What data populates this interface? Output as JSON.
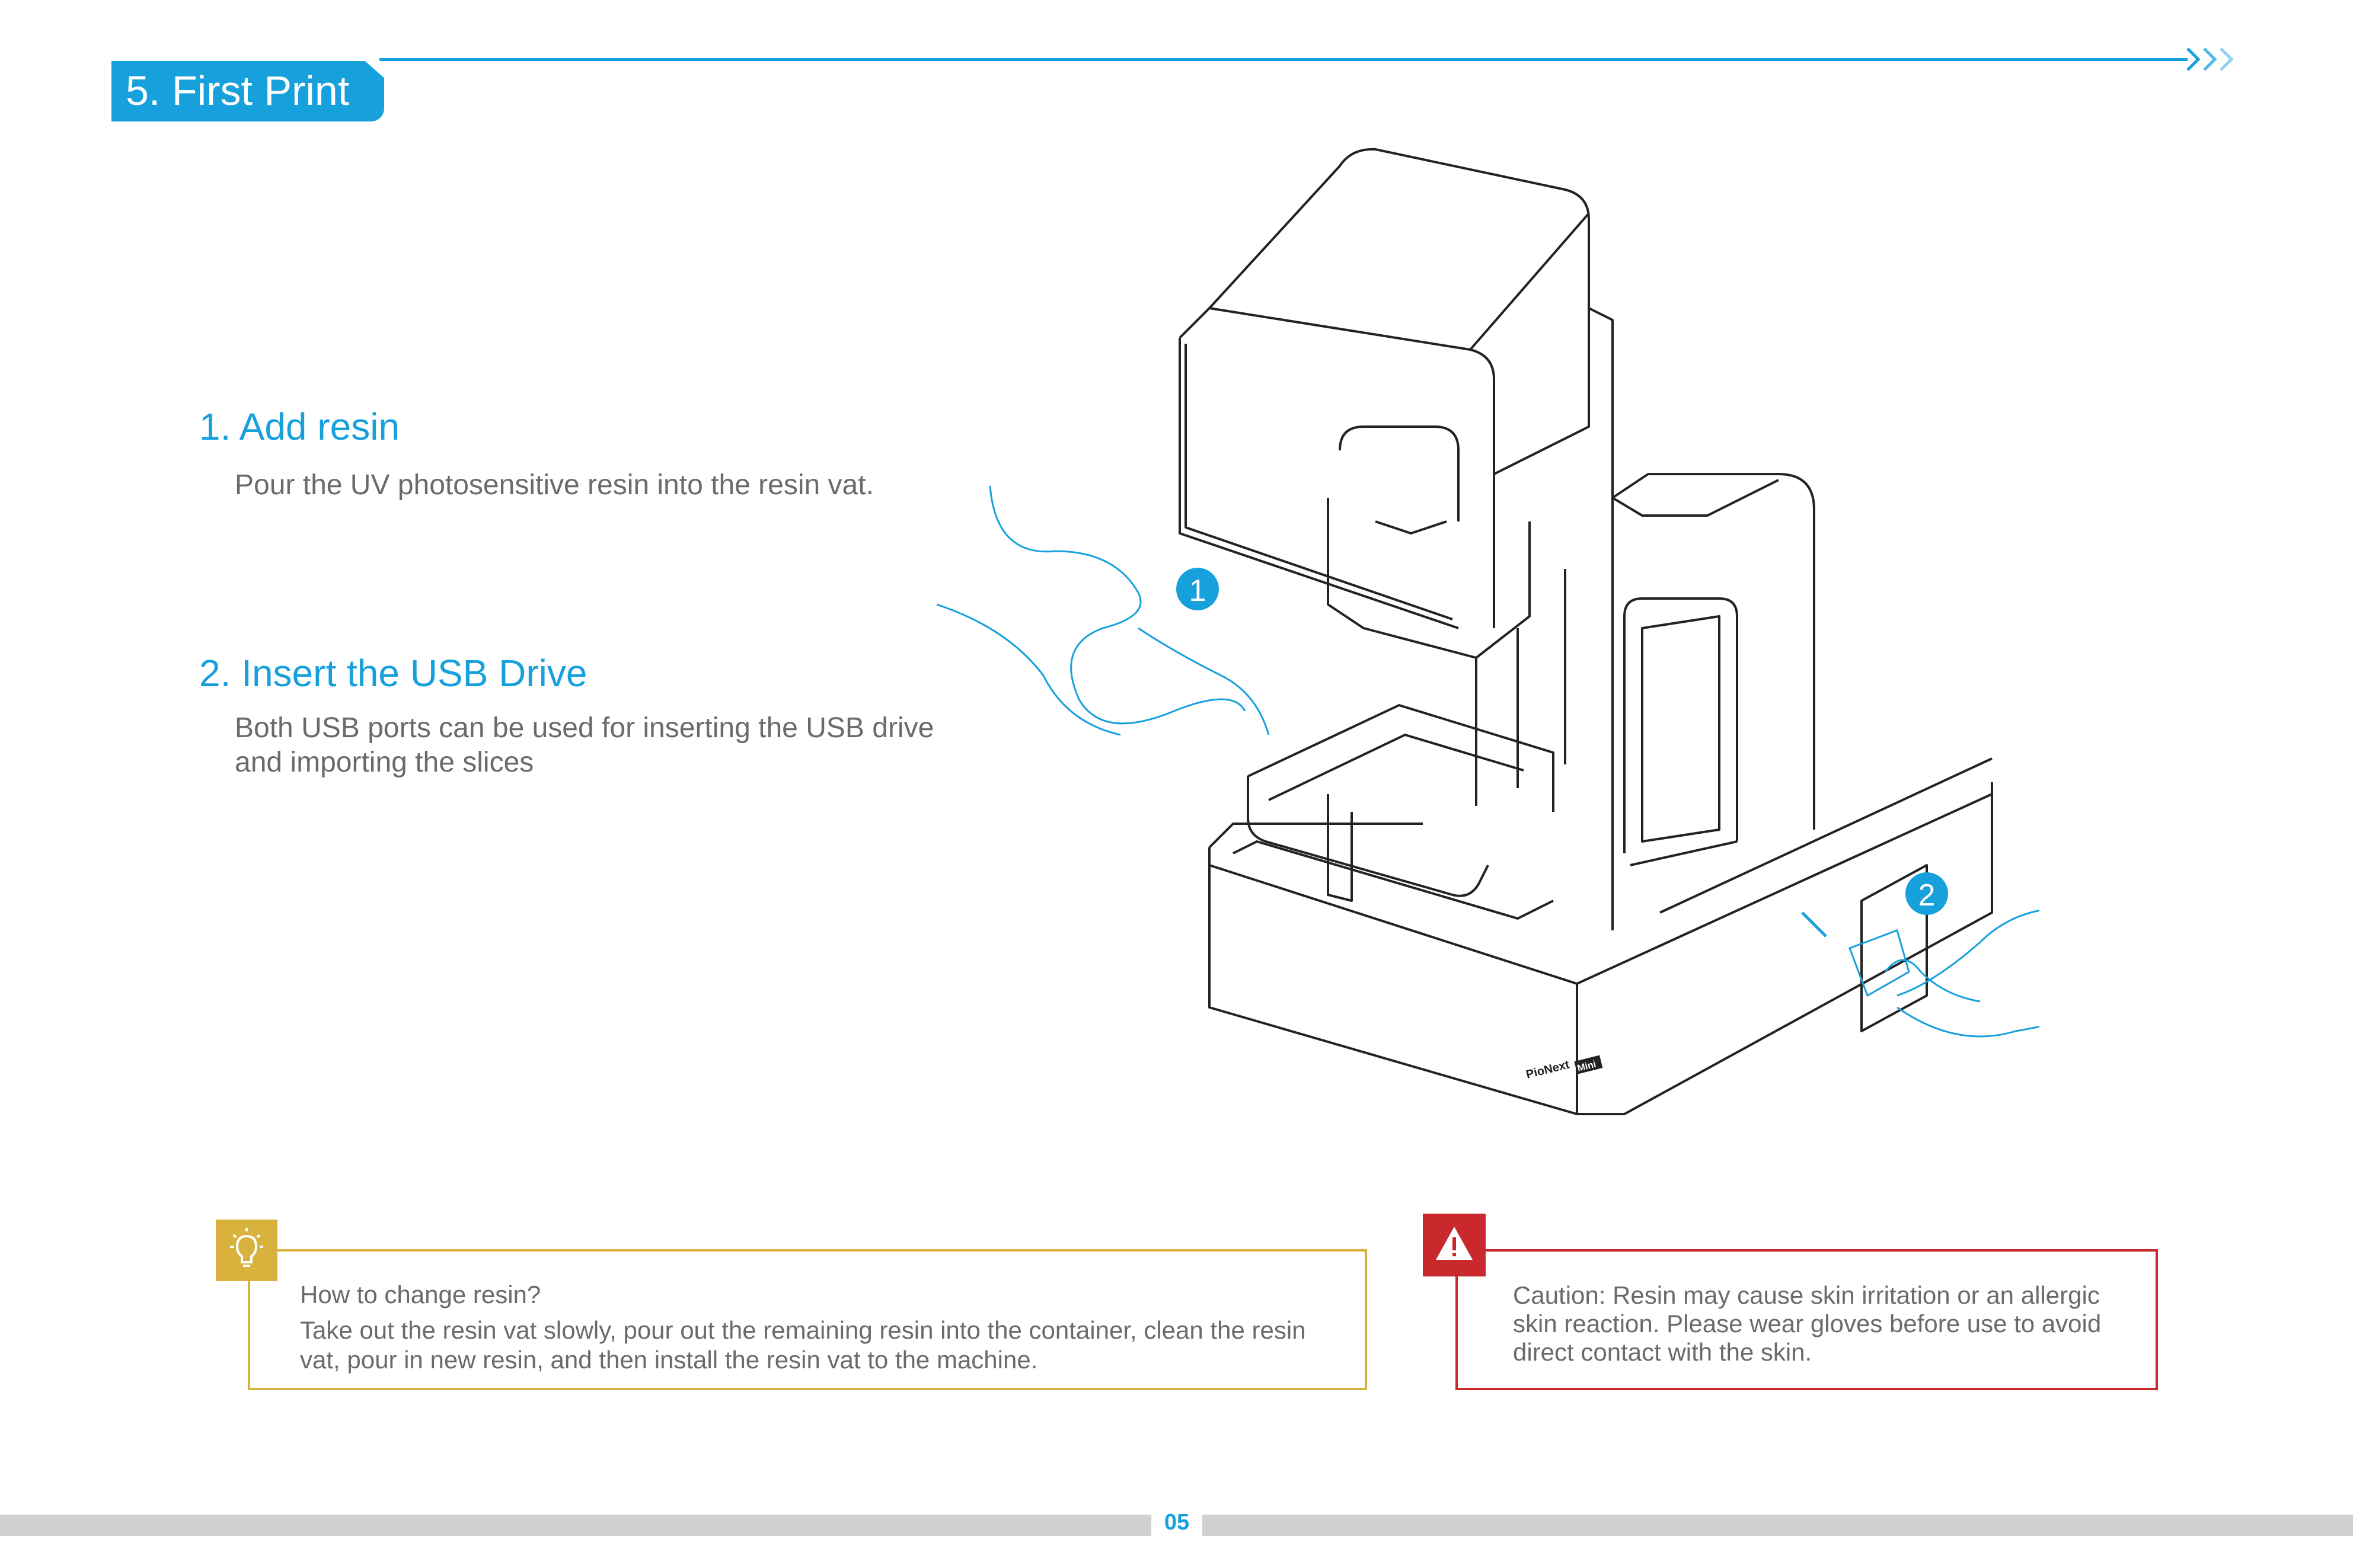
{
  "header": {
    "title": "5. First Print"
  },
  "steps": [
    {
      "heading": "1. Add resin",
      "body": "Pour the UV photosensitive resin into the resin vat."
    },
    {
      "heading": "2. Insert the USB Drive",
      "body_line1": "Both USB ports can be used for inserting the USB drive",
      "body_line2": "and importing the slices"
    }
  ],
  "illustration": {
    "callout_1": "1",
    "callout_2": "2",
    "brand_label": "PioNext",
    "brand_badge": "Mini"
  },
  "tip": {
    "icon": "lightbulb-icon",
    "title": "How to change resin?",
    "body_line1": "Take out the resin vat slowly, pour out the remaining resin into the container, clean the resin",
    "body_line2": "vat, pour in new resin, and then install the resin vat to the machine."
  },
  "caution": {
    "icon": "warning-icon",
    "line1": "Caution: Resin may cause skin irritation or an allergic",
    "line2": "skin reaction. Please wear gloves before use to avoid",
    "line3": "direct contact with the skin."
  },
  "footer": {
    "page_number": "05"
  },
  "colors": {
    "accent": "#16a0dc",
    "tip": "#d8b23c",
    "caution": "#c9282d",
    "footer_bar": "#d0d1d3"
  }
}
